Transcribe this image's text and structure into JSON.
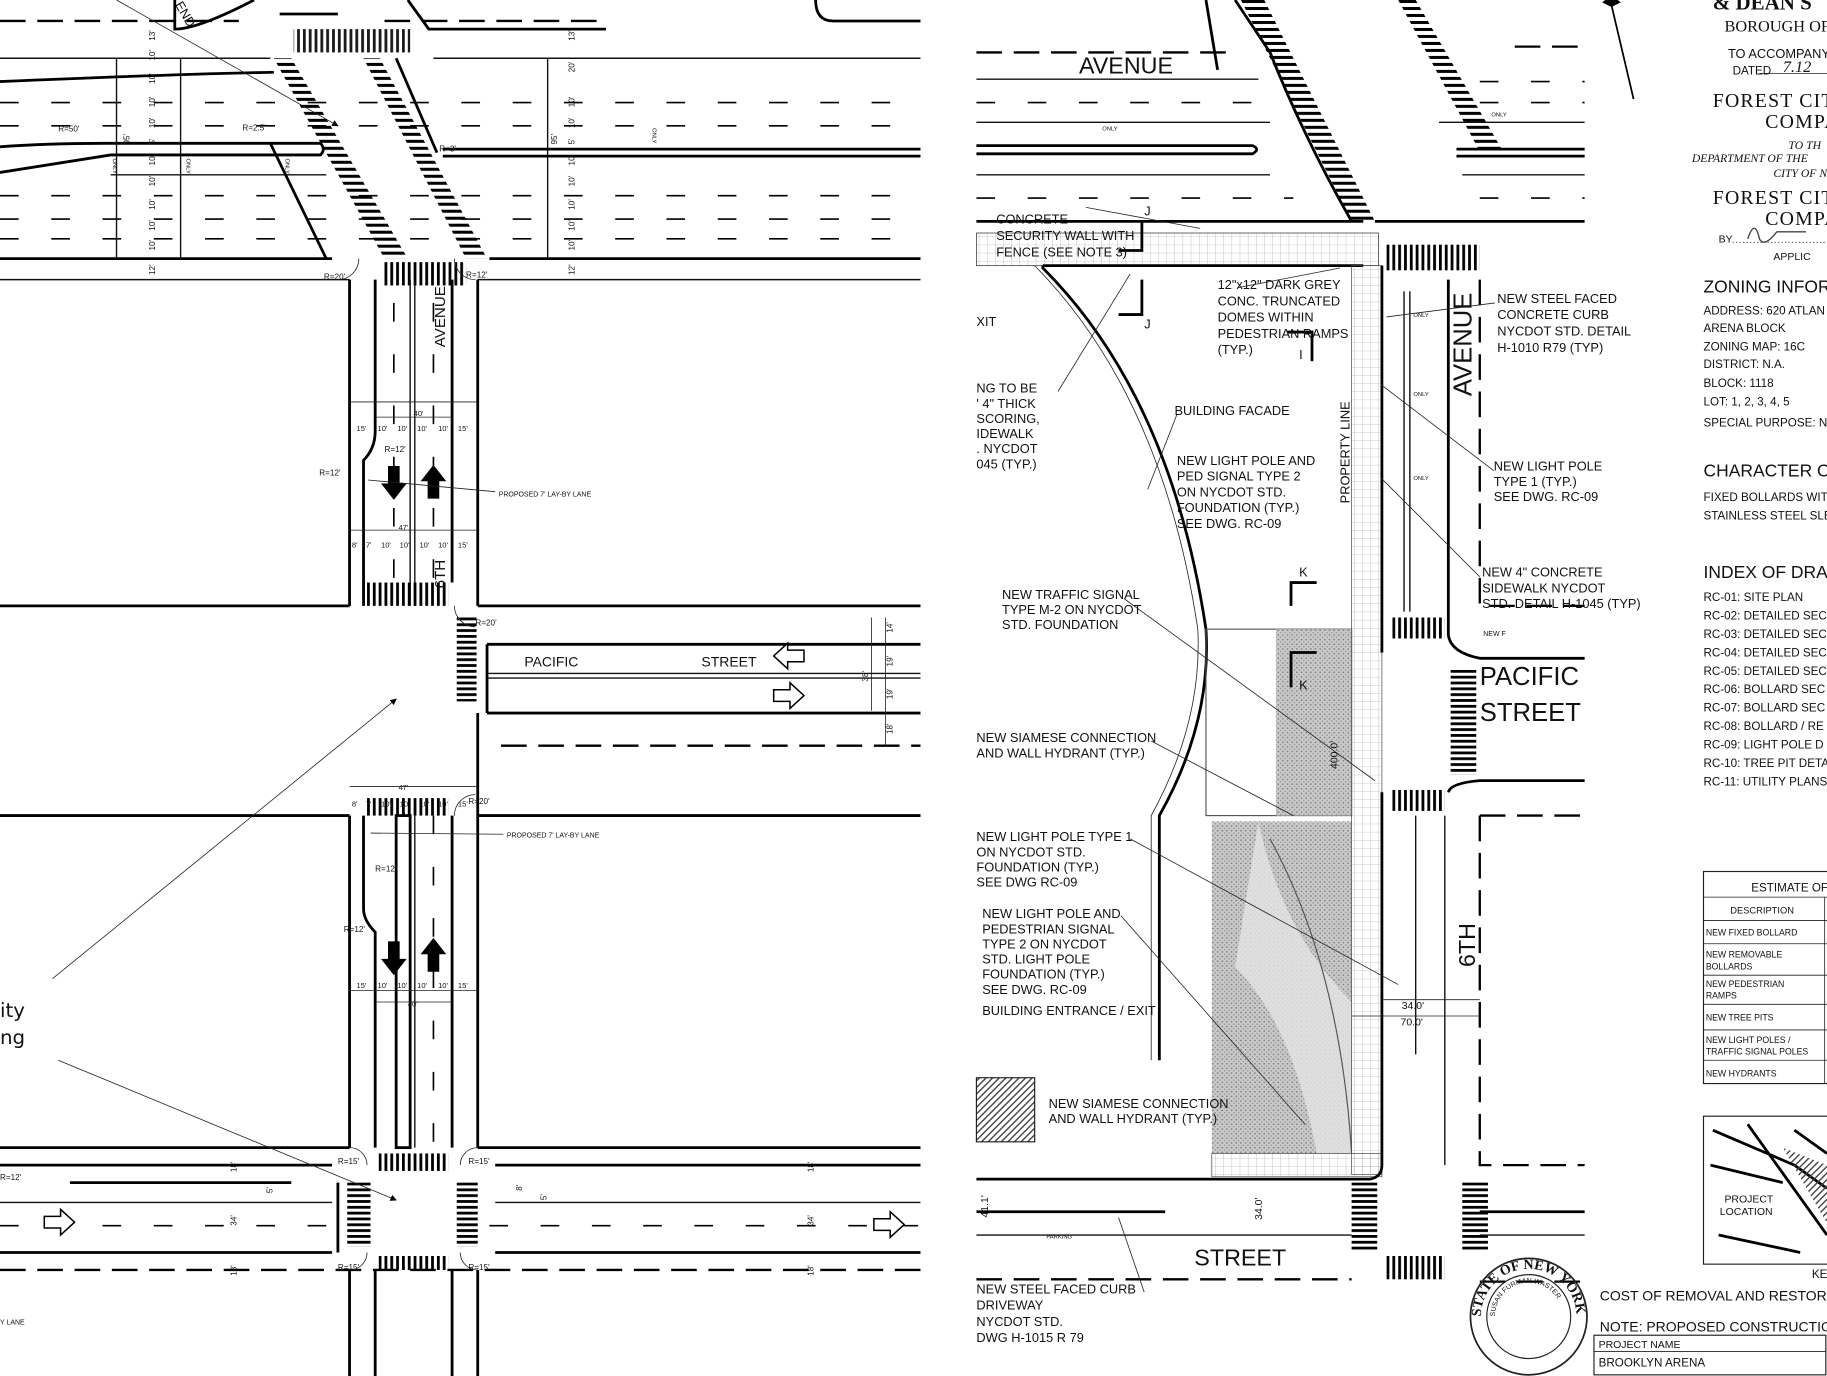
{
  "colors": {
    "ink": "#111111",
    "plaza": "#b8b8b8",
    "paper": "#ffffff"
  },
  "left_plan": {
    "streets": {
      "atlantic_end": "END",
      "avenue": "AVENUE",
      "sixth": "6TH",
      "pacific": "PACIFIC",
      "pacific_street": "STREET"
    },
    "callouts": {
      "layby_1": "PROPOSED 7' LAY-BY LANE",
      "layby_2": "PROPOSED 7' LAY-BY LANE",
      "layby_3": "Y LANE"
    },
    "overlay_text": [
      "ity",
      "ng"
    ],
    "lane_markings": [
      "ONLY",
      "ONLY",
      "ONLY",
      "ONLY"
    ],
    "radii": [
      "R=50'",
      "R=2.5'",
      "R=3'",
      "R=20'",
      "R=12'",
      "R=12'",
      "R=12'",
      "R=20'",
      "R=20'",
      "R=12'",
      "R=12'",
      "R=12'",
      "R=15'",
      "R=15'",
      "R=15'",
      "R=15'"
    ],
    "atlantic_dims_west": [
      "13'",
      "10'",
      "10'",
      "10'",
      "10'",
      "5'",
      "10'",
      "10'",
      "10'",
      "10'",
      "10'",
      "12'"
    ],
    "atlantic_dims_east": [
      "13'",
      "20'",
      "10'",
      "10'",
      "5'",
      "10'",
      "10'",
      "10'",
      "10'",
      "10'",
      "12'"
    ],
    "atlantic_total": [
      "95'",
      "95'"
    ],
    "sixth_row_upper_1": [
      "15'",
      "10'",
      "10'",
      "10'",
      "10'",
      "15'",
      "40'"
    ],
    "sixth_row_upper_2": [
      "8'",
      "7'",
      "10'",
      "10'",
      "10'",
      "10'",
      "15'",
      "47'"
    ],
    "sixth_row_lower_1": [
      "8'",
      "7'",
      "10'",
      "10'",
      "10'",
      "10'",
      "15'",
      "47'"
    ],
    "sixth_row_lower_2": [
      "15'",
      "10'",
      "10'",
      "10'",
      "10'",
      "15'",
      "40'"
    ],
    "pacific_dims": [
      "14'",
      "19'",
      "19'",
      "18'",
      "38'"
    ],
    "dean_dims": [
      "18'",
      "5'",
      "34'",
      "18'",
      "18'",
      "8'",
      "5'",
      "34'",
      "18'"
    ]
  },
  "right_plan": {
    "streets": {
      "avenue_top": "AVENUE",
      "avenue_vertical": "AVENUE",
      "sixth": "6TH",
      "pacific": "PACIFIC",
      "pacific_street": "STREET",
      "bottom_street": "STREET",
      "property_line": "PROPERTY LINE"
    },
    "section_marks": [
      "J",
      "J",
      "K",
      "K",
      "I"
    ],
    "callouts": {
      "security_wall": [
        "CONCRETE",
        "SECURITY WALL WITH",
        "FENCE (SEE NOTE 3)"
      ],
      "exit": [
        "XIT"
      ],
      "truncated_domes": [
        "12\"x12\" DARK GREY",
        "CONC. TRUNCATED",
        "DOMES WITHIN",
        "PEDESTRIAN RAMPS",
        "(TYP.)"
      ],
      "steel_curb": [
        "NEW STEEL FACED",
        "CONCRETE CURB",
        "NYCDOT STD. DETAIL",
        "H-1010 R79 (TYP)"
      ],
      "paving": [
        "NG TO BE",
        "' 4\" THICK",
        "SCORING,",
        "IDEWALK",
        ". NYCDOT",
        "045 (TYP.)"
      ],
      "facade": [
        "BUILDING FACADE"
      ],
      "light_ped_1": [
        "NEW LIGHT POLE AND",
        "PED SIGNAL TYPE 2",
        "ON NYCDOT STD.",
        "FOUNDATION (TYP.)",
        "SEE DWG. RC-09"
      ],
      "light_type1_a": [
        "NEW LIGHT POLE",
        "TYPE 1 (TYP.)",
        "SEE DWG. RC-09"
      ],
      "sidewalk": [
        "NEW 4\" CONCRETE",
        "SIDEWALK NYCDOT",
        "STD. DETAIL H-1045 (TYP)"
      ],
      "traffic_signal": [
        "NEW TRAFFIC SIGNAL",
        "TYPE M-2 ON NYCDOT",
        "STD. FOUNDATION"
      ],
      "new_f": [
        "NEW F"
      ],
      "siamese_1": [
        "NEW SIAMESE CONNECTION",
        "AND WALL HYDRANT (TYP.)"
      ],
      "light_type1_b": [
        "NEW LIGHT POLE TYPE 1",
        "ON NYCDOT STD.",
        "FOUNDATION (TYP.)",
        "SEE DWG RC-09"
      ],
      "light_ped_2": [
        "NEW LIGHT POLE AND",
        "PEDESTRIAN SIGNAL",
        "TYPE 2 ON NYCDOT",
        "STD.  LIGHT POLE",
        "FOUNDATION (TYP.)",
        "SEE DWG. RC-09"
      ],
      "entrance": [
        "BUILDING ENTRANCE / EXIT"
      ],
      "siamese_2": [
        "NEW SIAMESE CONNECTION",
        "AND WALL HYDRANT (TYP.)"
      ],
      "driveway": [
        "NEW STEEL FACED CURB",
        "DRIVEWAY",
        "NYCDOT STD.",
        "DWG H-1015 R 79"
      ]
    },
    "dimensions": {
      "plaza_length": "400.0'",
      "street_34": "34.0'",
      "street_70": "70.0'",
      "bottom_41": "41.1'",
      "bottom_34": "34.0'",
      "parking": "PARKING"
    },
    "lane_markings": [
      "ONLY",
      "ONLY",
      "ONLY",
      "ONLY",
      "ONLY"
    ]
  },
  "title_block": {
    "header": [
      "& DEAN S",
      "BOROUGH OF"
    ],
    "accompany": "TO ACCOMPANY",
    "dated_label": "DATED",
    "dated_value": "7.12",
    "company_1": [
      "FOREST CIT",
      "COMPA"
    ],
    "to_dept": [
      "TO TH",
      "DEPARTMENT OF THE",
      "CITY OF N"
    ],
    "company_2": [
      "FOREST CIT",
      "COMPA"
    ],
    "by_label": "BY",
    "applicant": "APPLIC",
    "zoning": {
      "title": "ZONING INFORM",
      "items": [
        "ADDRESS:  620 ATLAN",
        "ARENA BLOCK",
        "ZONING MAP:  16C",
        "DISTRICT: N.A.",
        "BLOCK:  1118",
        "LOT:  1, 2, 3, 4, 5",
        "SPECIAL PURPOSE:  N"
      ]
    },
    "character": {
      "title": "CHARACTER OF",
      "items": [
        "FIXED BOLLARDS WITH",
        "STAINLESS STEEL SLE"
      ]
    },
    "index": {
      "title": "INDEX OF DRAW",
      "items": [
        "RC-01:  SITE PLAN",
        "RC-02:  DETAILED SEC",
        "RC-03:  DETAILED SEC",
        "RC-04:  DETAILED SEC",
        "RC-05:  DETAILED SEC",
        "RC-06:  BOLLARD SEC",
        "RC-07:  BOLLARD SEC",
        "RC-08:  BOLLARD / RE",
        "RC-09:  LIGHT POLE D",
        "RC-10:  TREE PIT DETA",
        "RC-11:  UTILITY PLANS"
      ]
    },
    "estimate": {
      "title": "ESTIMATE OF",
      "header": "DESCRIPTION",
      "rows": [
        [
          "NEW FIXED BOLLARD"
        ],
        [
          "NEW REMOVABLE",
          "BOLLARDS"
        ],
        [
          "NEW PEDESTRIAN",
          "RAMPS"
        ],
        [
          "NEW TREE PITS"
        ],
        [
          "NEW LIGHT POLES /",
          "TRAFFIC SIGNAL POLES"
        ],
        [
          "NEW HYDRANTS"
        ]
      ]
    },
    "key_map": {
      "project_location": [
        "PROJECT",
        "LOCATION"
      ],
      "caption": "KE"
    },
    "cost_note": "COST OF REMOVAL AND RESTORA",
    "construction_note": "NOTE: PROPOSED CONSTRUCTION",
    "project_name_label": "PROJECT NAME",
    "project_name": "BROOKLYN ARENA",
    "seal": {
      "outer": "STATE OF NEW YORK",
      "inner": "SUSAN FURMAN WASTER"
    }
  }
}
